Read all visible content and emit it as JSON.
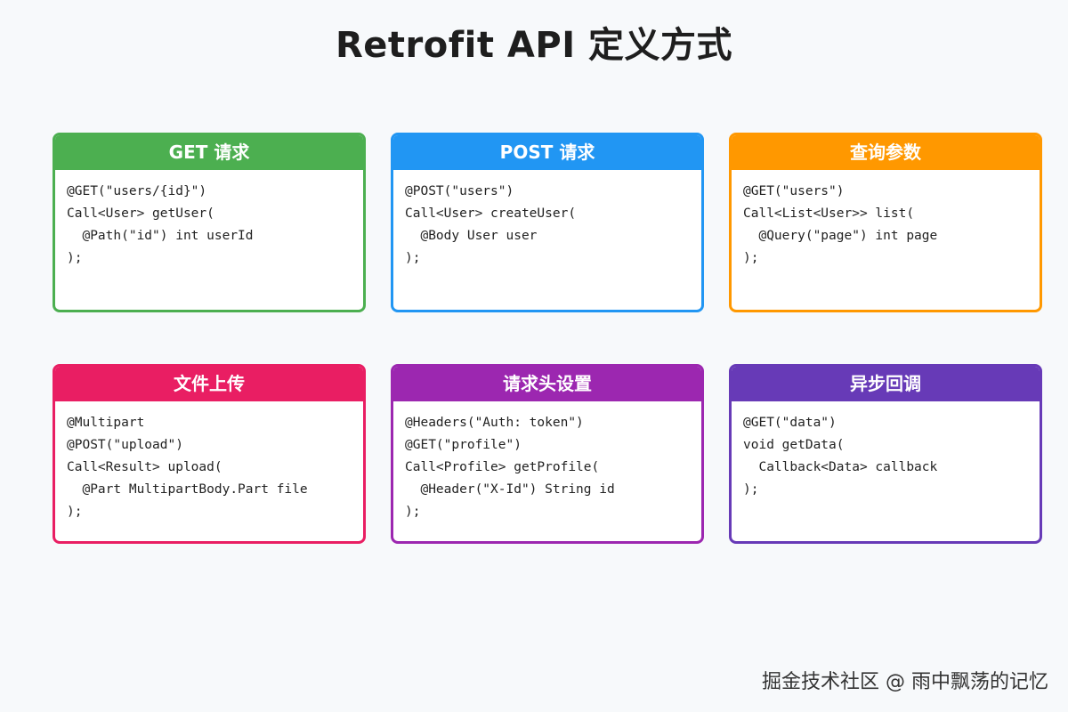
{
  "title": "Retrofit API 定义方式",
  "watermark": "掘金技术社区 @ 雨中飘荡的记忆",
  "cards": [
    {
      "title": "GET 请求",
      "color": "#4caf50",
      "lines": [
        "@GET(\"users/{id}\")",
        "Call<User> getUser(",
        "  @Path(\"id\") int userId",
        ");"
      ]
    },
    {
      "title": "POST 请求",
      "color": "#2196f3",
      "lines": [
        "@POST(\"users\")",
        "Call<User> createUser(",
        "  @Body User user",
        ");"
      ]
    },
    {
      "title": "查询参数",
      "color": "#ff9800",
      "lines": [
        "@GET(\"users\")",
        "Call<List<User>> list(",
        "  @Query(\"page\") int page",
        ");"
      ]
    },
    {
      "title": "文件上传",
      "color": "#e91e63",
      "lines": [
        "@Multipart",
        "@POST(\"upload\")",
        "Call<Result> upload(",
        "  @Part MultipartBody.Part file",
        ");"
      ]
    },
    {
      "title": "请求头设置",
      "color": "#9c27b0",
      "lines": [
        "@Headers(\"Auth: token\")",
        "@GET(\"profile\")",
        "Call<Profile> getProfile(",
        "  @Header(\"X-Id\") String id",
        ");"
      ]
    },
    {
      "title": "异步回调",
      "color": "#673ab7",
      "lines": [
        "@GET(\"data\")",
        "void getData(",
        "  Callback<Data> callback",
        ");"
      ]
    }
  ]
}
